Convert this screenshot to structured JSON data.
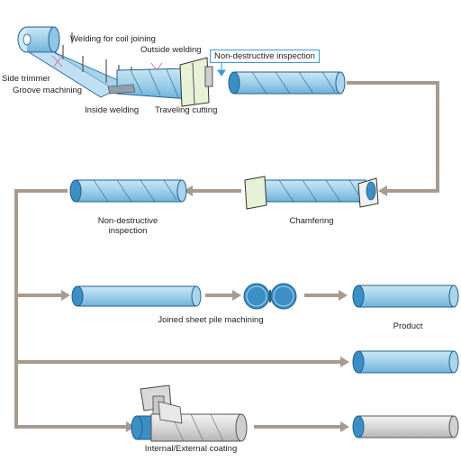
{
  "labels": {
    "welding_for_coil_joining": "Welding for coil joining",
    "outside_welding": "Outside welding",
    "non_destructive_inspection_top": "Non-destructive inspection",
    "side_trimmer": "Side trimmer",
    "groove_machining": "Groove machining",
    "inside_welding": "Inside welding",
    "traveling_cutting": "Traveling cutting",
    "non_destructive_inspection_row2_line1": "Non-destructive",
    "non_destructive_inspection_row2_line2": "inspection",
    "chamfering": "Chamfering",
    "joined_sheet_pile_machining": "Joined sheet pile machining",
    "product": "Product",
    "internal_external_coating": "Internal/External coating"
  },
  "colors": {
    "pipe_fill": "#a9d4ec",
    "pipe_stroke": "#1f5f8e",
    "pipe_end": "#3b8fc4",
    "flow_line": "#a89a8e",
    "callout_border": "#3a9bd5",
    "coated_pipe": "#dcdcdc"
  }
}
